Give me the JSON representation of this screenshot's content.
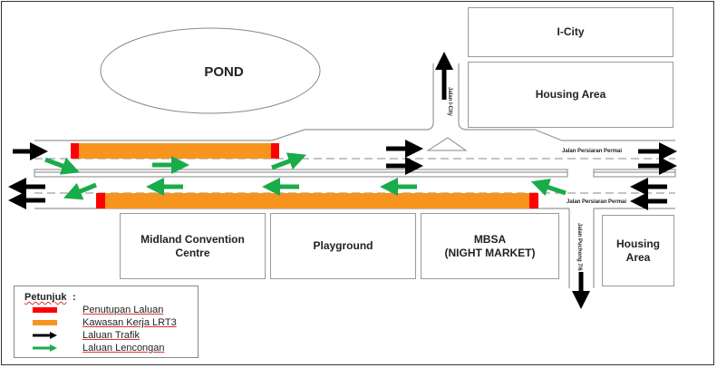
{
  "map": {
    "landmarks": {
      "pond": "POND",
      "icity": "I-City",
      "housing_top": "Housing Area",
      "midland": "Midland Convention\nCentre",
      "playground": "Playground",
      "mbsa": "MBSA\n(NIGHT MARKET)",
      "housing_right": "Housing\nArea"
    },
    "roads": {
      "jalan_icity": "Jalan I-City",
      "persiaran_upper": "Jalan Persiaran Permai",
      "persiaran_lower": "Jalan Persiaran Permai",
      "jalan_puchong": "Jalan Puchong 7/6"
    }
  },
  "legend": {
    "title": "Petunjuk",
    "items": [
      {
        "label": "Penutupan Laluan",
        "color": "#ff0000"
      },
      {
        "label": "Kawasan Kerja LRT3",
        "color": "#f7941d"
      },
      {
        "label": "Laluan Trafik",
        "color": "#000000"
      },
      {
        "label": "Laluan Lencongan",
        "color": "#1aab4b"
      }
    ]
  },
  "colors": {
    "closure": "#ff0000",
    "worksite": "#f7941d",
    "traffic": "#000000",
    "detour": "#1aab4b"
  }
}
